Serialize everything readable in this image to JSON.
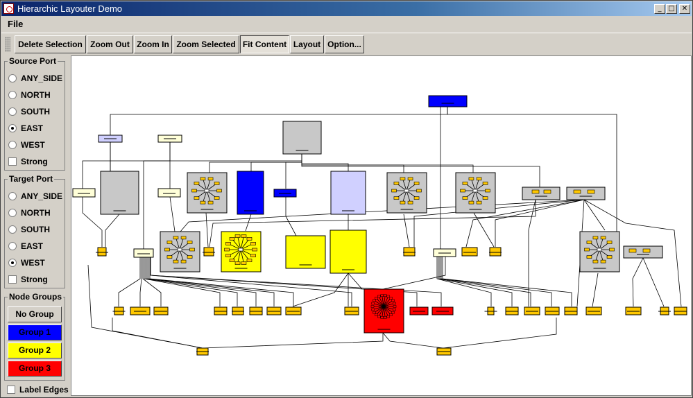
{
  "window": {
    "title": "Hierarchic Layouter Demo",
    "controls": {
      "minimize": "_",
      "maximize": "□",
      "close": "✕"
    }
  },
  "menu": {
    "file": "File"
  },
  "toolbar": {
    "delete_selection": "Delete Selection",
    "zoom_out": "Zoom Out",
    "zoom_in": "Zoom In",
    "zoom_selected": "Zoom Selected",
    "fit_content": "Fit Content",
    "layout": "Layout",
    "options": "Option..."
  },
  "source_port": {
    "title": "Source Port",
    "options": [
      "ANY_SIDE",
      "NORTH",
      "SOUTH",
      "EAST",
      "WEST"
    ],
    "selected": "EAST",
    "strong_label": "Strong",
    "strong_checked": false
  },
  "target_port": {
    "title": "Target Port",
    "options": [
      "ANY_SIDE",
      "NORTH",
      "SOUTH",
      "EAST",
      "WEST"
    ],
    "selected": "WEST",
    "strong_label": "Strong",
    "strong_checked": false
  },
  "node_groups": {
    "title": "Node Groups",
    "buttons": [
      {
        "label": "No Group",
        "color": "#d4d0c8"
      },
      {
        "label": "Group 1",
        "color": "#0000ff"
      },
      {
        "label": "Group 2",
        "color": "#ffff00"
      },
      {
        "label": "Group 3",
        "color": "#ff0000"
      }
    ]
  },
  "label_edges": {
    "label": "Label Edges",
    "checked": false
  },
  "graph": {
    "colors": {
      "gray": "#c8c8c8",
      "blue": "#0000ff",
      "lightblue": "#d0d0ff",
      "yellow": "#ffff00",
      "red": "#ff0000",
      "orange": "#ffc800",
      "cream": "#ffffd8"
    }
  }
}
